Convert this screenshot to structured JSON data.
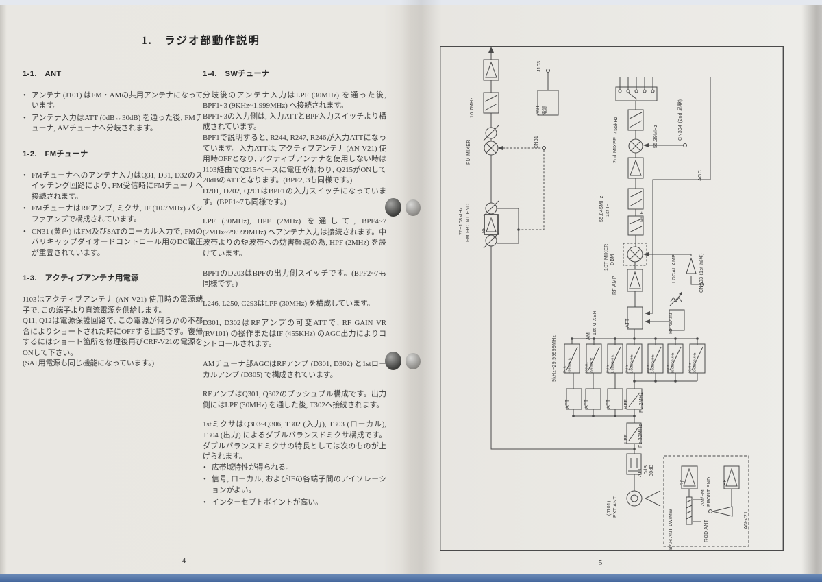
{
  "page": {
    "left": {
      "title": "1.　ラジオ部動作説明",
      "footer": "— 4 —",
      "sections": {
        "s11": {
          "heading": "1-1.　ANT",
          "bullets": [
            "アンテナ (J101) はFM・AMの共用アンテナになっています。",
            "アンテナ入力はATT (0dB↔30dB) を通った後, FMチューナ, AMチューナへ分岐されます。"
          ]
        },
        "s12": {
          "heading": "1-2.　FMチューナ",
          "bullets": [
            "FMチューナへのアンテナ入力はQ31, D31, D32のスイッチング回路により, FM受信時にFMチューナへ接続されます。",
            "FMチューナはRFアンプ, ミクサ, IF (10.7MHz) バッファアンプで構成されています。",
            "CN31 (黄色) はFM及びSATのローカル入力で, FMのバリキャップダイオードコントロール用のDC電圧が重畳されています。"
          ]
        },
        "s13": {
          "heading": "1-3.　アクティブアンテナ用電源",
          "paragraphs": [
            "J103はアクティブアンテナ (AN-V21) 使用時の電源端子で, この端子より直流電源を供給します。",
            "Q11, Q12は電源保護回路で, この電源が何らかの不都合によりショートされた時にOFFする回路です。復帰するにはショート箇所を修理後再びCRF-V21の電源をONして下さい。",
            "(SAT用電源も同じ機能になっています。)"
          ]
        },
        "s14": {
          "heading": "1-4.　SWチューナ",
          "paragraphs": [
            "分岐後のアンテナ入力はLPF (30MHz) を通った後, BPF1~3 (9KHz~1.999MHz) へ接続されます。",
            "BPF1~3の入力側は, 入力ATTとBPF入力スイッチより構成されています。",
            "BPF1で説明すると, R244, R247, R246が入力ATTになっています。入力ATTは, アクティブアンテナ (AN-V21) 使用時OFFとなり, アクティブアンテナを使用しない時はJ103経由でQ215ベースに電圧が加わり, Q215がONして20dBのATTとなります。(BPF2, 3も同様です。)",
            "D201, D202, Q201はBPF1の入力スイッチになっています。(BPF1~7も同様です。)",
            "LPF (30MHz), HPF (2MHz) を通して, BPF4~7 (2MHz~29.999MHz) へアンテナ入力は接続されます。中波帯よりの短波帯への妨害軽減の為, HPF (2MHz) を設けています。",
            "BPF1のD203はBPFの出力側スイッチです。(BPF2~7も同様です。)",
            "L246, L250, C293はLPF (30MHz) を構成しています。",
            "D301, D302はRFアンプの可変ATTで, RF GAIN VR (RV101) の操作またはIF (455KHz) のAGC出力によりコントロールされます。",
            "AMチューナ部AGCはRFアンプ (D301, D302) と1stローカルアンプ (D305) で構成されています。",
            "RFアンプはQ301, Q302のプッシュプル構成です。出力側にはLPF (30MHz) を通した後, T302へ接続されます。",
            "1stミクサはQ303~Q306, T302 (入力), T303 (ローカル), T304 (出力) によるダブルバランスドミクサ構成です。ダブルバランスドミクサの特長としては次のものが上げられます。"
          ],
          "bullets": [
            "広帯域特性が得られる。",
            "信号, ローカル, およびIFの各端子間のアイソレーションがよい。",
            "インターセプトポイントが高い。"
          ]
        }
      }
    },
    "right": {
      "footer": "— 5 —"
    }
  },
  "diagram": {
    "if_filter_freq": "10.7MHz",
    "fm_mixer": "FM MIXER",
    "cn31": "CN31",
    "j103": "J103",
    "ant_ps_1": "ANT",
    "ant_ps_2": "電源",
    "fm_range": "76~108MHz",
    "fm_front_end": "FM FRONT END",
    "fm_rf": "RF",
    "j101_1": "(J101)",
    "j101_2": "EXT ANT",
    "input_att": "ATT",
    "input_att_v1": "0dB",
    "input_att_v2": "30dB",
    "lpf": "LPF",
    "lpf_fc": "Fc 30MHz",
    "hpf": "HPF",
    "hpf_fc": "Fc 2MHz",
    "att1": "ATT",
    "att2": "ATT",
    "att3": "ATT",
    "band_range": "9kHz~29.99999MHz",
    "bpf1_1": "9kHz~",
    "bpf1_2": "499.99kHz",
    "bpf2_1": "500kHz~",
    "bpf2_2": "999.99kHz",
    "bpf3_1": "1MHz~",
    "bpf3_2": "1.99999MHz",
    "bpf4_1": "2MHz~",
    "bpf4_2": "3.99999MHz",
    "bpf5_1": "4MHz~",
    "bpf5_2": "7.99999MHz",
    "bpf6_1": "8MHz~",
    "bpf6_2": "15.99999MHz",
    "bpf7_1": "16MHz~",
    "bpf7_2": "29.99999MHz",
    "am_label_1": "AM",
    "am_label_2": "1st MIXER",
    "am_att": "ATT",
    "rf_gain": "RF GAIN",
    "rf_amp": "RF AMP",
    "first_mixer_1": "1ST MIXER",
    "first_mixer_2": "DBM",
    "mcf": "MCF",
    "first_if_1": "55.845MHz",
    "first_if_2": "1st IF",
    "local_amp": "LOCAL AMP",
    "cn303": "CN303 (1st 局発)",
    "second_mixer": "2nd MIXER",
    "cf_455": "455kHz",
    "lo2_freq": "55.39MHz",
    "cn304": "CN304 (2nd 局発)",
    "agc": "AGC",
    "anv21": "AN-V21",
    "rf1": "RF",
    "rf2": "RF",
    "bar_ant": "BAR ANT LW/MW",
    "rod_ant": "ROD ANT",
    "amfm": "AM/FM",
    "front_end2": "FRONT END"
  }
}
